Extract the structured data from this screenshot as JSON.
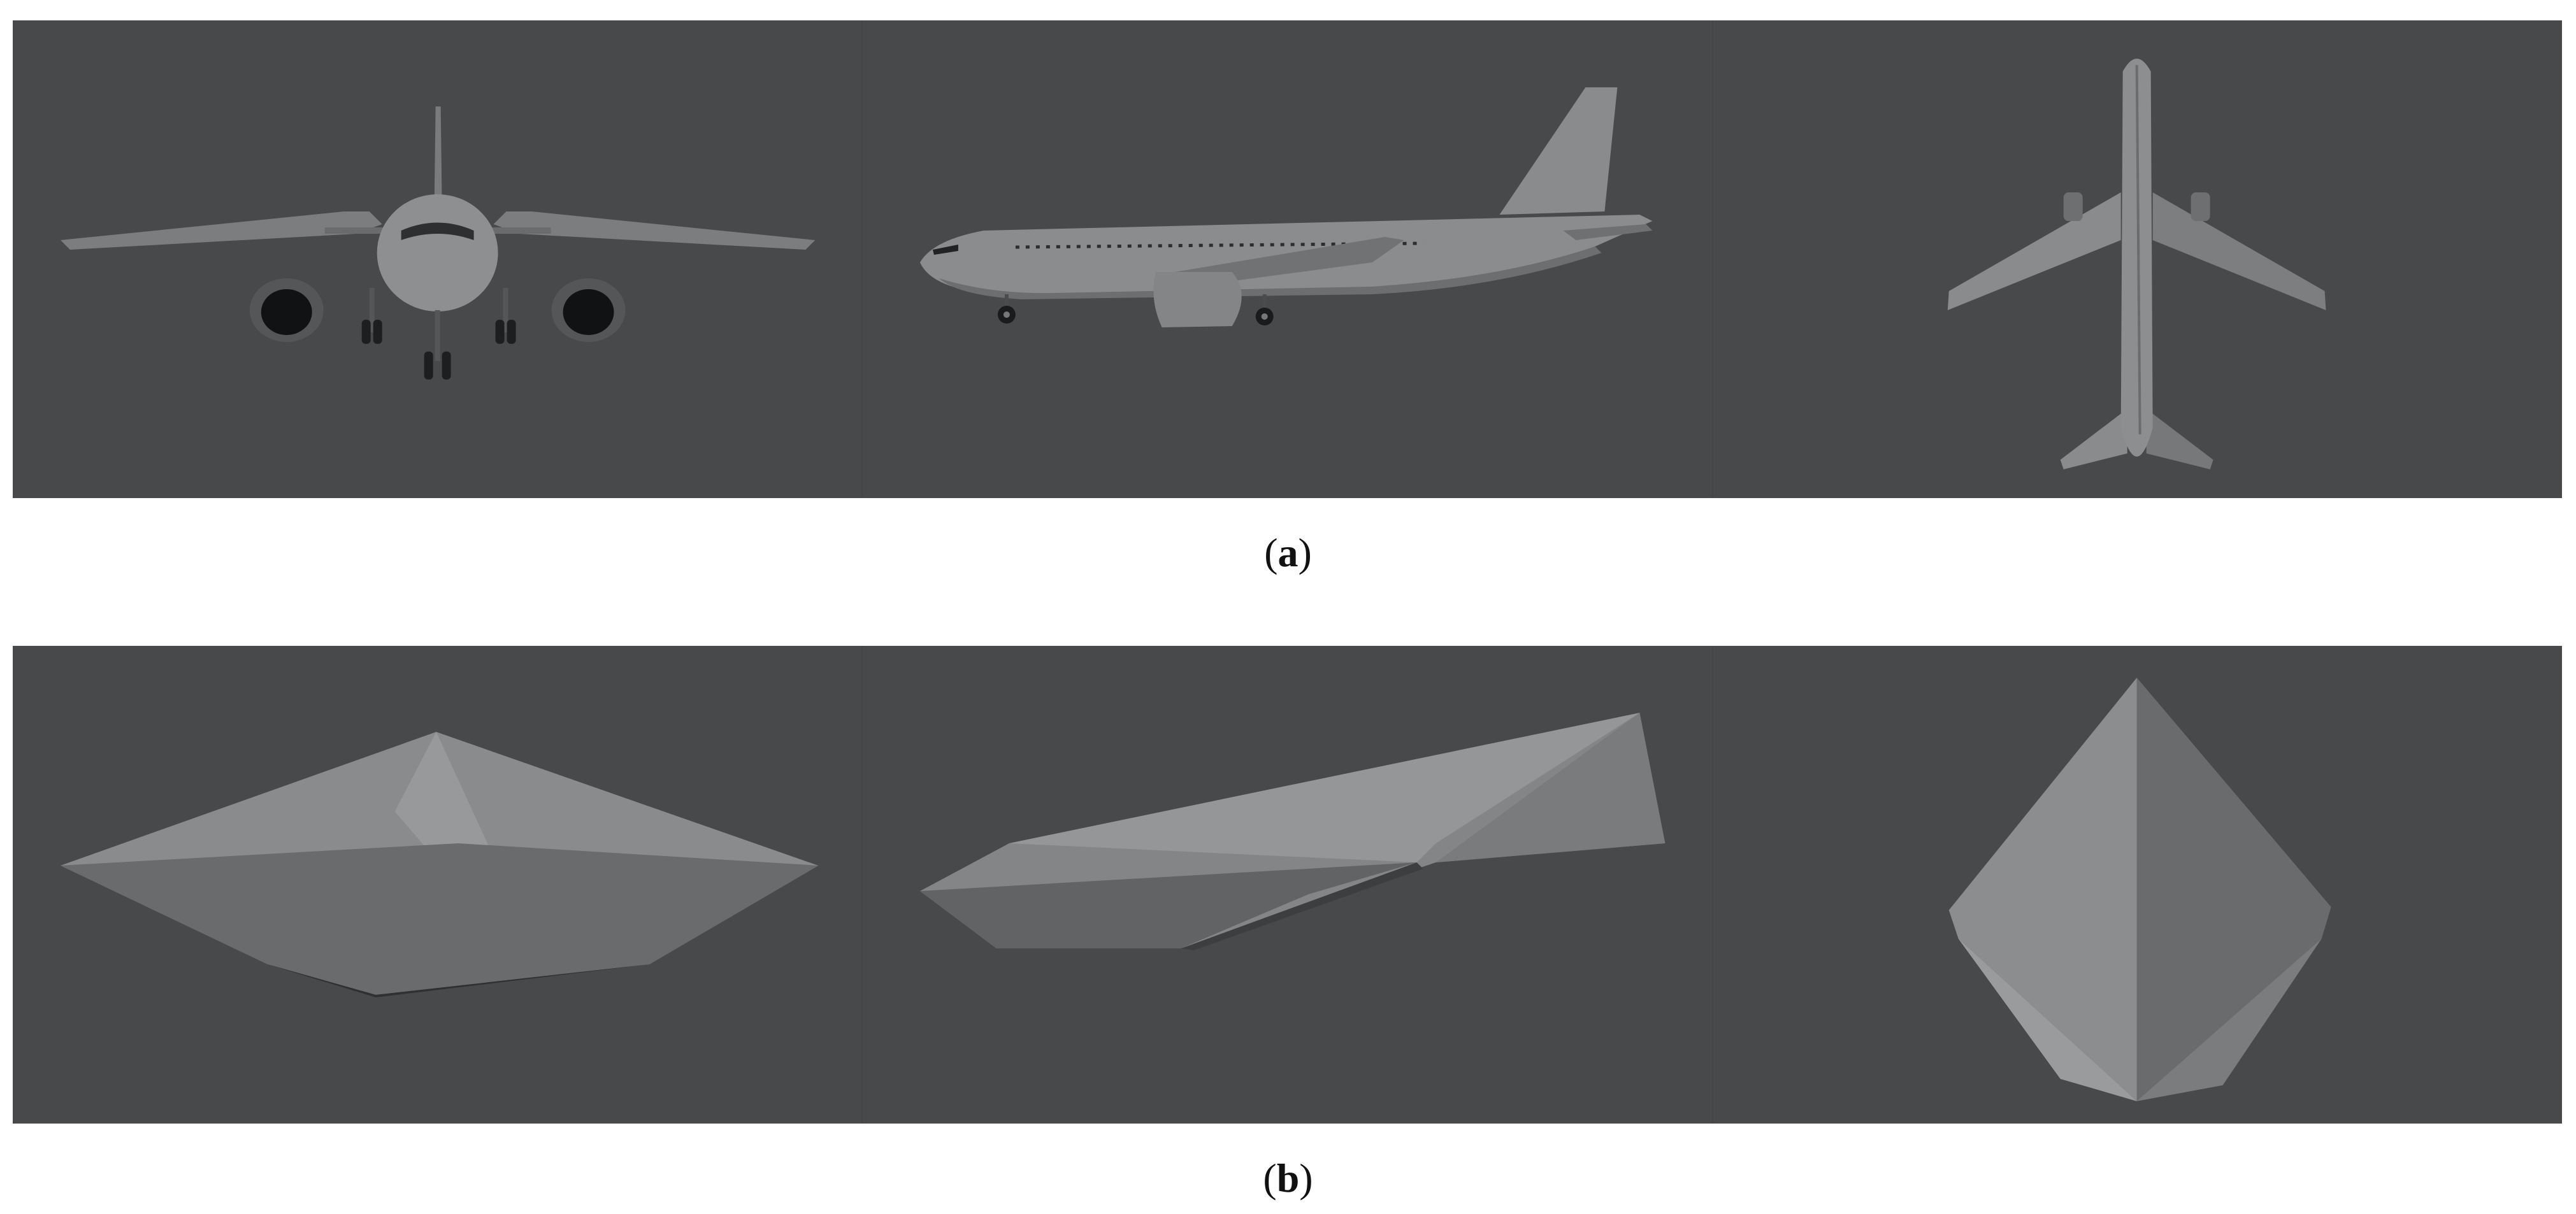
{
  "figure": {
    "panels": [
      {
        "id": "a",
        "caption_open": "(",
        "caption_letter": "a",
        "caption_close": ")",
        "content": "airplane-model-front-side-top-views"
      },
      {
        "id": "b",
        "caption_open": "(",
        "caption_letter": "b",
        "caption_close": ")",
        "content": "low-poly-approximation-front-side-top-views"
      }
    ],
    "colors": {
      "background": "#48494b",
      "model_light": "#8e8f91",
      "model_mid": "#6e6f71",
      "model_dark": "#3a3b3d",
      "caption_text": "#111111"
    }
  }
}
